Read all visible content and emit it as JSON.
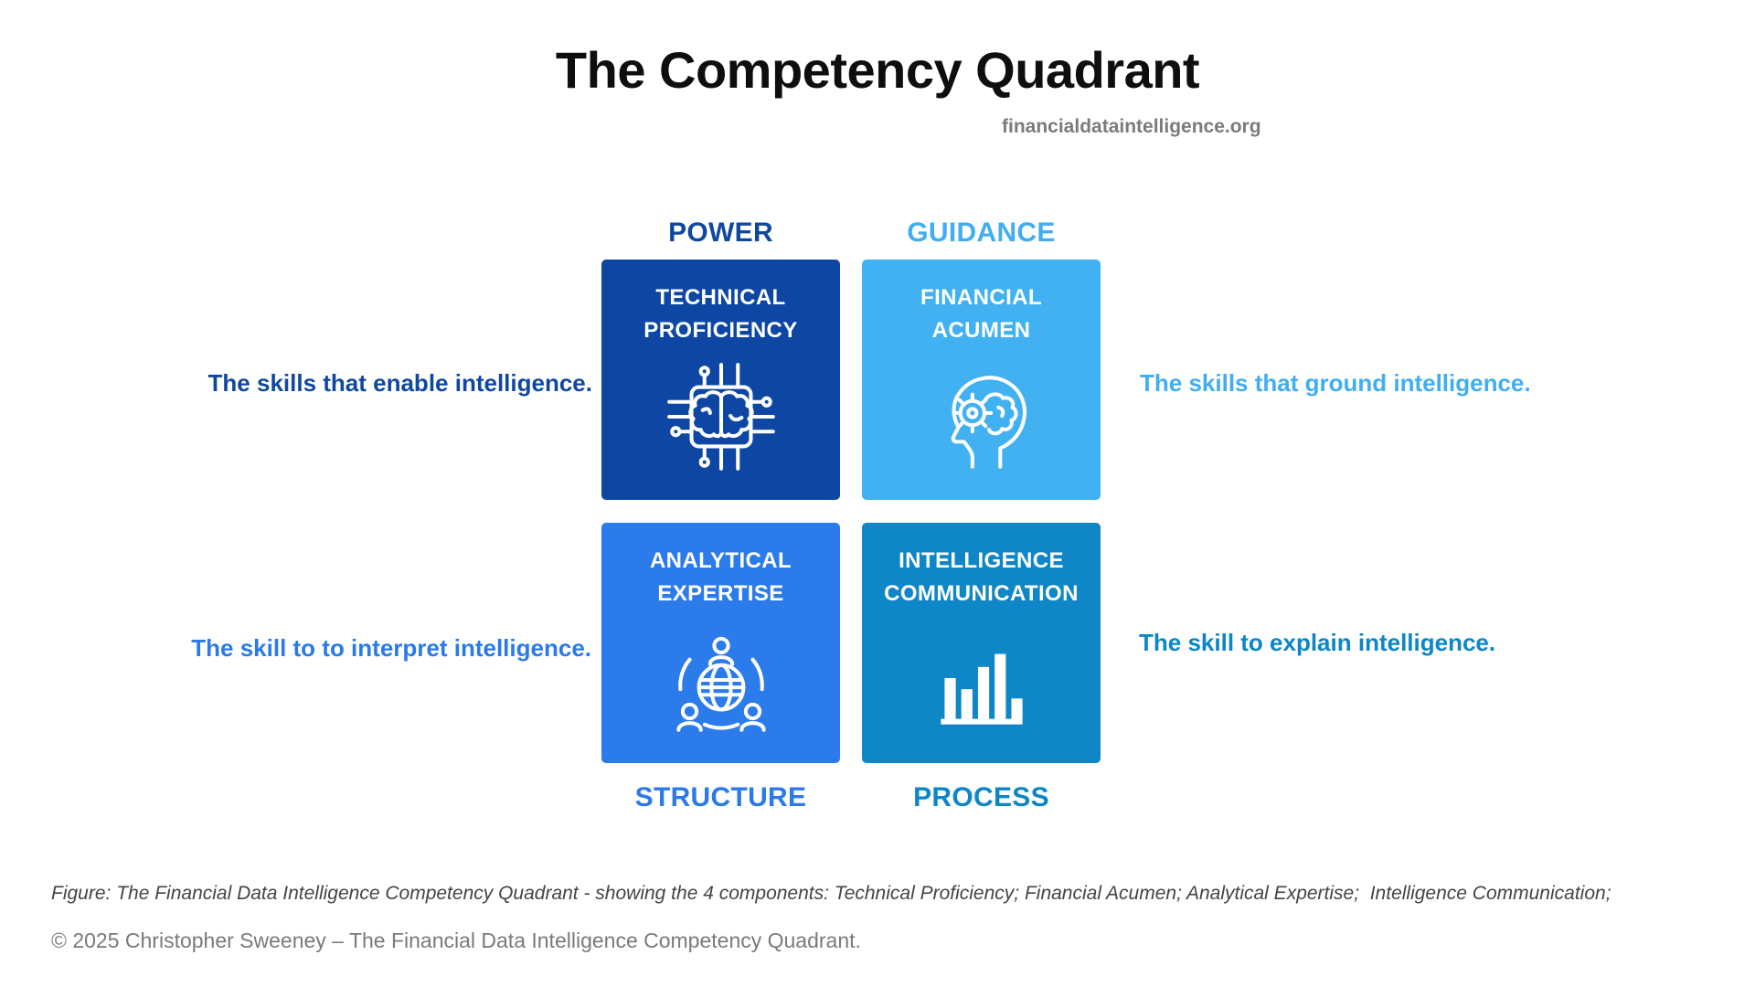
{
  "header": {
    "title": "The Competency Quadrant",
    "website": "financialdataintelligence.org"
  },
  "quadrant": {
    "top_labels": [
      {
        "text": "POWER",
        "color": "#11489f"
      },
      {
        "text": "GUIDANCE",
        "color": "#41aef2"
      }
    ],
    "bottom_labels": [
      {
        "text": "STRUCTURE",
        "color": "#2b7ae8"
      },
      {
        "text": "PROCESS",
        "color": "#0c86c6"
      }
    ],
    "cells": [
      {
        "line1": "TECHNICAL",
        "line2": "PROFICIENCY",
        "icon": "chip-brain-icon",
        "bg": "#0d47a3"
      },
      {
        "line1": "FINANCIAL",
        "line2": "ACUMEN",
        "icon": "head-gear-brain-icon",
        "bg": "#41b1f2"
      },
      {
        "line1": "ANALYTICAL",
        "line2": "EXPERTISE",
        "icon": "globe-people-icon",
        "bg": "#2b7bea"
      },
      {
        "line1": "INTELLIGENCE",
        "line2": "COMMUNICATION",
        "icon": "bar-chart-icon",
        "bg": "#0f86c6"
      }
    ],
    "annotations": [
      {
        "text": "The skills that enable intelligence.",
        "color": "#11489f"
      },
      {
        "text": "The skills that ground intelligence.",
        "color": "#41aef2"
      },
      {
        "text": "The skill to to interpret intelligence.",
        "color": "#2b7ae8"
      },
      {
        "text": "The skill to explain intelligence.",
        "color": "#0c86c6"
      }
    ]
  },
  "footer": {
    "figure_caption": "Figure: The Financial Data Intelligence Competency Quadrant - showing the 4 components: Technical Proficiency; Financial Acumen; Analytical Expertise;  Intelligence Communication;",
    "copyright": "© 2025 Christopher Sweeney – The Financial Data Intelligence Competency Quadrant."
  }
}
